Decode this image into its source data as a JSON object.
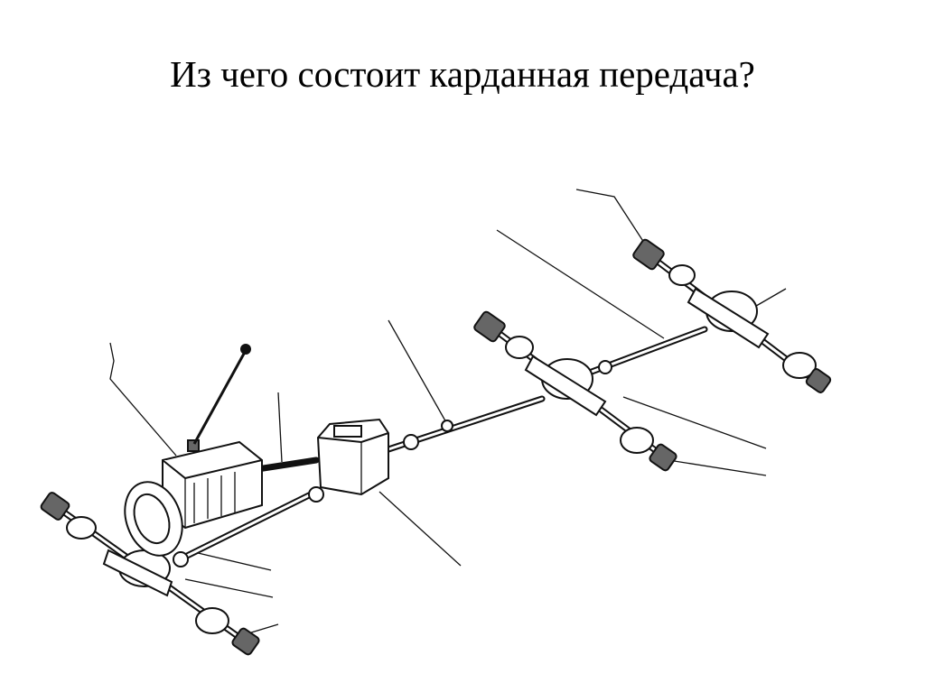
{
  "slide": {
    "title": "Из чего состоит карданная передача?"
  },
  "diagram": {
    "components": [
      "front-axle",
      "gearbox",
      "gear-lever",
      "transfer-case",
      "propeller-shafts",
      "middle-axle",
      "rear-axle"
    ],
    "style": "black line drawing on white"
  }
}
